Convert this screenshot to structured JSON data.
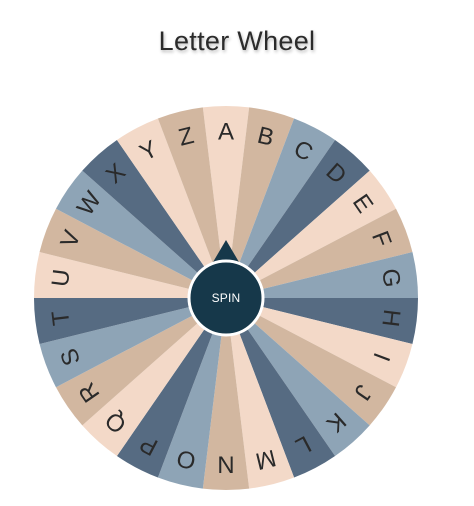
{
  "page": {
    "title": "Letter Wheel"
  },
  "wheel": {
    "letters": [
      "A",
      "B",
      "C",
      "D",
      "E",
      "F",
      "G",
      "H",
      "I",
      "J",
      "K",
      "L",
      "M",
      "N",
      "O",
      "P",
      "Q",
      "R",
      "S",
      "T",
      "U",
      "V",
      "W",
      "X",
      "Y",
      "Z"
    ],
    "segment_colors": [
      "#f3d9c8",
      "#d2b7a0",
      "#8ea4b6",
      "#566b82"
    ],
    "spin_button_label": "SPIN",
    "spin_button_color": "#16384a"
  }
}
